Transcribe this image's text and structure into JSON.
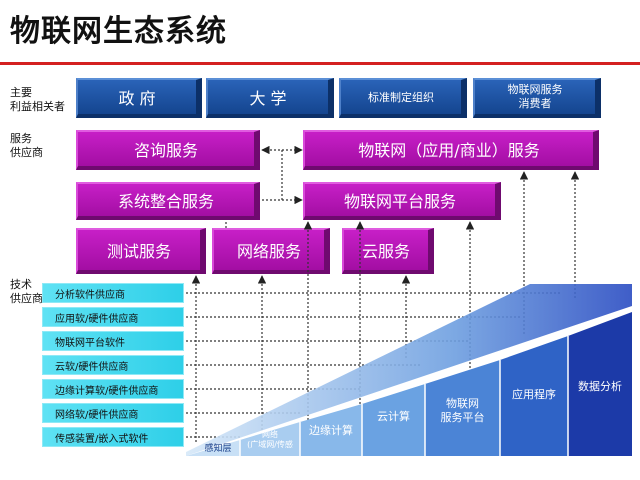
{
  "title": "物联网生态系统",
  "labels": {
    "stakeholders": "主要\n利益相关者",
    "service_providers": "服务\n供应商",
    "tech_providers": "技术\n供应商"
  },
  "stakeholders": [
    "政 府",
    "大 学",
    "标准制定组织",
    "物联网服务\n消费者"
  ],
  "services": {
    "consulting": "咨询服务",
    "iot_app": "物联网（应用/商业）服务",
    "integration": "系统整合服务",
    "platform": "物联网平台服务",
    "testing": "测试服务",
    "network": "网络服务",
    "cloud": "云服务"
  },
  "tech_rows": [
    "分析软件供应商",
    "应用软/硬件供应商",
    "物联网平台软件",
    "云软/硬件供应商",
    "边缘计算软/硬件供应商",
    "网络软/硬件供应商",
    "传感装置/嵌入式软件"
  ],
  "layers": [
    "感知层",
    "网络\n(广域网/传感",
    "边缘计算",
    "云计算",
    "物联网\n服务平台",
    "应用程序",
    "数据分析"
  ],
  "colors": {
    "title_rule": "#d42020",
    "stakeholder_blue": "#1c53a5",
    "service_purple": "#b516b5",
    "tech_cyan": "#38d6ee",
    "layer_dark": "#1530a8",
    "layer_light": "#b9d8f3"
  }
}
